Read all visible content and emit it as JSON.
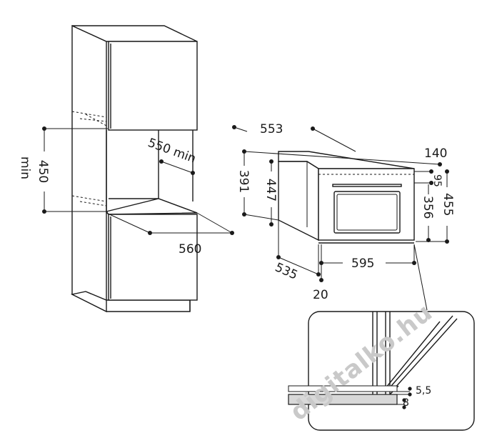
{
  "dimensions": {
    "d450": "450",
    "dmin": "min",
    "d550min": "550 min",
    "d560": "560",
    "d553": "553",
    "d140": "140",
    "d391": "391",
    "d447": "447",
    "d95": "95",
    "d455": "455",
    "d356": "356",
    "d535": "535",
    "d595": "595",
    "d20": "20",
    "d5_5": "5,5",
    "d8": "8"
  },
  "watermark": "digitalko.hu"
}
